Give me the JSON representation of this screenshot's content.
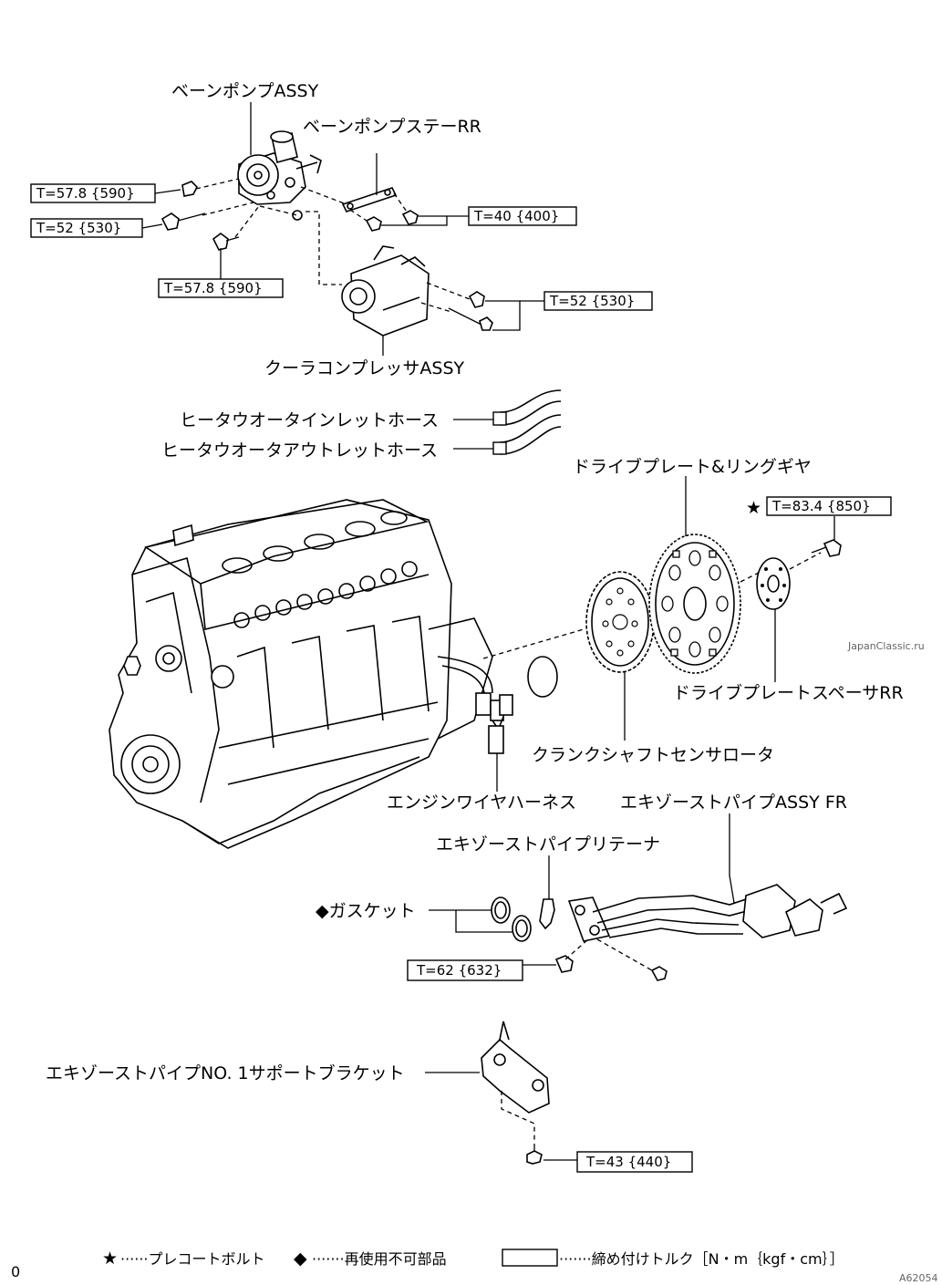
{
  "parts": {
    "vane_pump": "ベーンポンプASSY",
    "vane_pump_stay": "ベーンポンプステーRR",
    "cooler_compressor": "クーラコンプレッサASSY",
    "heater_inlet_hose": "ヒータウオータインレットホース",
    "heater_outlet_hose": "ヒータウオータアウトレットホース",
    "drive_plate": "ドライブプレート&リングギヤ",
    "drive_plate_spacer": "ドライブプレートスペーサRR",
    "crank_sensor_rotor": "クランクシャフトセンサロータ",
    "engine_wire_harness": "エンジンワイヤハーネス",
    "exhaust_pipe_fr": "エキゾーストパイプASSY FR",
    "exhaust_pipe_retainer": "エキゾーストパイプリテーナ",
    "gasket": "◆ガスケット",
    "support_bracket": "エキゾーストパイプNO. 1サポートブラケット"
  },
  "torques": {
    "vane_pump_top": "T=57.8 {590}",
    "vane_pump_mid": "T=52 {530}",
    "vane_pump_low": "T=57.8 {590}",
    "stay": "T=40 {400}",
    "compressor": "T=52 {530}",
    "drive_plate": "T=83.4 {850}",
    "drive_plate_star": "★",
    "exhaust": "T=62 {632}",
    "bracket": "T=43 {440}"
  },
  "legend": {
    "star_symbol": "★",
    "star_text": "······プレコートボルト",
    "diamond_symbol": "◆",
    "diamond_text": "·······再使用不可部品",
    "box_text": "·······締め付けトルク［N・m｛kgf・cm｝］"
  },
  "footer": {
    "left_code": "0",
    "right_code": "A62054"
  },
  "watermark": "JapanClassic.ru"
}
